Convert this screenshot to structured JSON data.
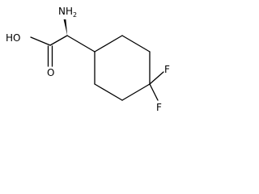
{
  "molecule": {
    "atoms": {
      "nh2": {
        "symbol": "N",
        "subscript": "2",
        "prefix": "H"
      },
      "oh": {
        "text": "HO"
      },
      "o": {
        "text": "O"
      },
      "f1": {
        "text": "F"
      },
      "f2": {
        "text": "F"
      }
    }
  },
  "colors": {
    "ink": "#000000",
    "background": "#ffffff"
  }
}
